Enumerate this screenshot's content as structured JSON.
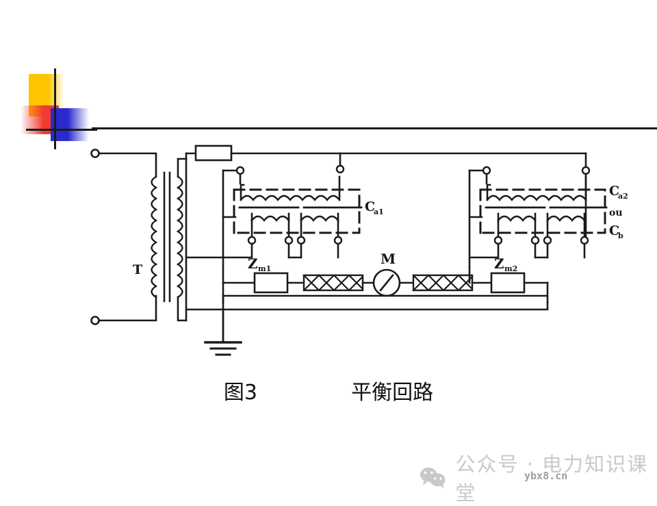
{
  "slide": {
    "background_color": "#ffffff",
    "ink_color": "#1a1a1a"
  },
  "logo": {
    "name": "decorative-squares-logo",
    "colors": {
      "yellow": "#ffc400",
      "red": "#f23a2e",
      "blue": "#2a2ad0",
      "crosshair": "#1a1a1a"
    }
  },
  "caption": {
    "figure_number": "图3",
    "figure_title": "平衡回路"
  },
  "watermark": {
    "icon": "wechat-icon",
    "text": "公众号 · 电力知识课堂",
    "url": "ybx8.cn"
  },
  "diagram": {
    "name": "balanced-bridge-circuit",
    "labels": {
      "transformer": "T",
      "capacitor_left_base": "C",
      "capacitor_left_sub": "a1",
      "capacitor_right_top_base": "C",
      "capacitor_right_top_sub": "a2",
      "capacitor_right_or": "ou",
      "capacitor_right_bottom_base": "C",
      "capacitor_right_bottom_sub": "b",
      "impedance_left_base": "Z",
      "impedance_left_sub": "m1",
      "impedance_right_base": "Z",
      "impedance_right_sub": "m2",
      "meter": "M"
    },
    "components": [
      {
        "id": "source-terminal-top",
        "type": "terminal"
      },
      {
        "id": "source-terminal-bottom",
        "type": "terminal"
      },
      {
        "id": "transformer-T",
        "type": "transformer"
      },
      {
        "id": "series-resistor",
        "type": "resistor"
      },
      {
        "id": "capacitor-box-left",
        "type": "dashed-enclosure"
      },
      {
        "id": "capacitor-box-right",
        "type": "dashed-enclosure"
      },
      {
        "id": "impedance-Zm1",
        "type": "impedance-box"
      },
      {
        "id": "impedance-Zm2",
        "type": "impedance-box"
      },
      {
        "id": "meter-M",
        "type": "galvanometer"
      },
      {
        "id": "shielded-cable-left",
        "type": "braided-cable"
      },
      {
        "id": "shielded-cable-right",
        "type": "braided-cable"
      },
      {
        "id": "earth-ground",
        "type": "ground-symbol"
      }
    ]
  }
}
